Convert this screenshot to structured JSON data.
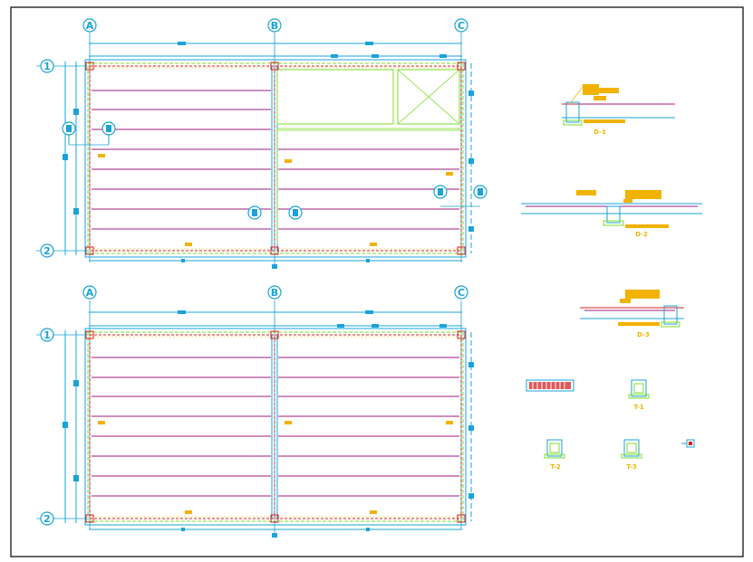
{
  "plans": [
    {
      "grid_columns": [
        "A",
        "B",
        "C"
      ],
      "grid_rows": [
        "1",
        "2"
      ]
    },
    {
      "grid_columns": [
        "A",
        "B",
        "C"
      ],
      "grid_rows": [
        "1",
        "2"
      ]
    }
  ],
  "details": {
    "d1": "D-1",
    "d2": "D-2",
    "d3": "D-3",
    "t1": "T-1",
    "t2": "T-2",
    "t3": "T-3"
  },
  "colors": {
    "frame": "#000000",
    "dimension": "#1aa3d9",
    "beam": "#9c1e7a",
    "hatch_green": "#7fdc2b",
    "wall_red": "#d42020",
    "note_yellow": "#f2b200",
    "grid_label": "#1aa3d9"
  }
}
